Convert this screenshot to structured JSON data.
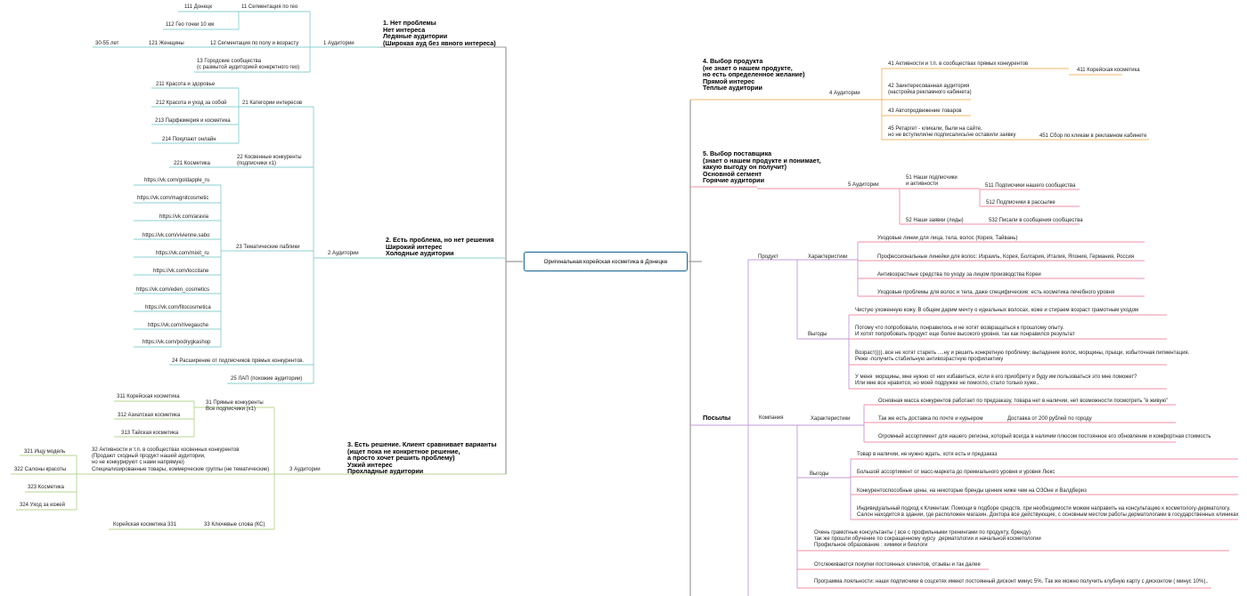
{
  "root": "Оригинальная корейская косметика в Донецке",
  "colors": {
    "teal": "#8ccfd2",
    "gray": "#9a9a9a",
    "green": "#b5d68f",
    "orange": "#f0b969",
    "pink": "#f08fa6",
    "purple": "#c09bd9",
    "root_border": "#2a6f97"
  },
  "nodes": [
    {
      "text": "1. Нет проблемы\nНет интереса\nЛедяные аудитории\n(Широкая ауд без явного интереса)",
      "big": true
    },
    {
      "text": "1 Аудитории"
    },
    {
      "text": "11 Сегментация по гео"
    },
    {
      "text": "111 Донецк"
    },
    {
      "text": "112 Гео точки 10 км"
    },
    {
      "text": "12 Сегментация по полу и возрасту"
    },
    {
      "text": "121 Женщины"
    },
    {
      "text": "30-55 лет"
    },
    {
      "text": "13 Городские сообщества\n(с размытой аудиторией конкретного гео)"
    },
    {
      "text": "2. Есть проблема, но нет решения\nШирокий интерес\nХолодные аудитории",
      "big": true
    },
    {
      "text": "2 Аудитории"
    },
    {
      "text": "21 Категории интересов"
    },
    {
      "text": "211 Красота и здоровье"
    },
    {
      "text": "212 Красота и уход за собой"
    },
    {
      "text": "213 Парфюмерия и косметика"
    },
    {
      "text": "214 Покупают онлайн"
    },
    {
      "text": "22 Косвенные конкуренты\n(подписчики х1)"
    },
    {
      "text": "221 Косметика"
    },
    {
      "text": "23 Тематические паблики"
    },
    {
      "text": "https://vk.com/goldapple_ru"
    },
    {
      "text": "https://vk.com/magnitcosmetic"
    },
    {
      "text": "https://vk.com/aravia"
    },
    {
      "text": "https://vk.com/vivienne.sabo"
    },
    {
      "text": "https://vk.com/mixit_ru"
    },
    {
      "text": "https://vk.com/loccitane"
    },
    {
      "text": "https://vk.com/eden_cosmetics"
    },
    {
      "text": "https://vk.com/fitocosmetica"
    },
    {
      "text": "https://vk.com/rivegauche"
    },
    {
      "text": "https://vk.com/podrygkashop"
    },
    {
      "text": "24 Расширение от подписчиков прямых конкурентов."
    },
    {
      "text": "25 ЛАП (похожие аудитории)"
    },
    {
      "text": "3. Есть решение. Клиент сравнивает варианты\n(ищет пока не конкретное решение,\nа просто хочет решить проблему)\nУзкий интерес\nПрохладные аудитории",
      "big": true
    },
    {
      "text": "3 Аудитории"
    },
    {
      "text": "31 Прямые конкуренты\nВсе подписчики (х1)"
    },
    {
      "text": "311 Корейская косметика"
    },
    {
      "text": "312 Азиатская косметика"
    },
    {
      "text": "313 Тайская косметика"
    },
    {
      "text": "32 Активности и т.п. в сообществах косвенных конкурентов\n(Продают сходный продукт нашей аудитории,\nно не конкурируют с нами напрямую)\nСпециализированные товары, коммерческие группы (не тематические)"
    },
    {
      "text": "321 Ищу модель"
    },
    {
      "text": "322 Салоны красоты"
    },
    {
      "text": "323 Косметика"
    },
    {
      "text": "324 Уход за кожей"
    },
    {
      "text": "33 Ключевые слова (КС)"
    },
    {
      "text": "Корейская косметика 331"
    },
    {
      "text": "4. Выбор продукта\n(не знает о нашем продукте,\nно есть определенное желание)\nПрямой интерес\nТеплые аудитории",
      "big": true
    },
    {
      "text": "4 Аудитории"
    },
    {
      "text": "41 Активности и т.п. в сообществах прямых конкурентов"
    },
    {
      "text": "411 Корейская косметика"
    },
    {
      "text": "42 Заинтересованная аудитория\n(настройка рекламного кабинета)"
    },
    {
      "text": "43 Автопродвижение товаров"
    },
    {
      "text": "45 Ретаргет - кликали, были на сайте,\nно не вступили/не подписались/не оставили заявку"
    },
    {
      "text": "451 Сбор по кликам в рекламном кабинете"
    },
    {
      "text": "5. Выбор поставщика\n(знает о нашем продукте и понимает,\nкакую выгоду он получит)\nОсновной сегмент\nГорячие аудитории",
      "big": true
    },
    {
      "text": "5 Аудитории"
    },
    {
      "text": "51 Наши подписчики\nи активности"
    },
    {
      "text": "511 Подписчики нашего сообщества"
    },
    {
      "text": "512 Подписчики в рассылке"
    },
    {
      "text": "52 Наши заявки (лиды)"
    },
    {
      "text": "532 Писали в сообщения сообщества"
    },
    {
      "text": "Посылы",
      "mid": true
    },
    {
      "text": "Продукт"
    },
    {
      "text": "Характеристики"
    },
    {
      "text": "Уходовые линии для лица, тела, волос (Корея, Тайвань)"
    },
    {
      "text": "Профессиональные линейки для волос: Израиль, Корея, Болгария, Италия, Япония, Германия, Россия"
    },
    {
      "text": "Антивозрастные средства по уходу за лицом производства Кореи"
    },
    {
      "text": "Уходовые проблемы для волос и тела, даже специфические: есть косметика лечебного уровня"
    },
    {
      "text": "Выгоды"
    },
    {
      "text": "Чистую ухоженную кожу. В общем дарим мечту о идеальных волосах, коже и стираем возраст грамотным уходом"
    },
    {
      "text": "Потому что попробовали, понравилось и не хотят возвращаться к прошлому опыту.\nИ хотят попробовать продукт еще более высокого уровня, так как понравился результат"
    },
    {
      "text": "Возраст))))..все не хотят стареть ....ну и решить конкретную проблему: выпадение волос, морщины, прыщи, избыточная пигментация.\nРеже -получить стабильную антивозрастную профилактику"
    },
    {
      "text": "У меня  морщины, мне нужно от них избавиться, если я его приобрету и буду им пользоваться это мне поможет?\nИли мне все нравится, но моей подружке не помогло, стало только хуже.."
    },
    {
      "text": "Компания"
    },
    {
      "text": "Характеристики"
    },
    {
      "text": "Основная масса конкурентов работает по предзаказу, товара нет в наличии, нет возможности посмотреть \"в живую\""
    },
    {
      "text": "Так же есть доставка по почте и курьером"
    },
    {
      "text": "Доставка от 200 рублей по городу"
    },
    {
      "text": "Огромный ассортимент для нашего региона, который всегда в наличии плюсом постоянное его обновление и комфортная стоимость"
    },
    {
      "text": "Выгоды"
    },
    {
      "text": "Товар в наличии, не нужно ждать, хотя есть и предзаказ"
    },
    {
      "text": "Большой ассортимент от масс-маркета до премиального уровня и уровня Люкс"
    },
    {
      "text": "Конкурентоспособные цены, на некоторые бренды ценник ниже чем на ОЗОне и Валдбериз"
    },
    {
      "text": "Индивидуальный подход к Клиентам: Помощи в подборе средств, при необходимости можем направить на консультацию к косметологу-дерматологу.\nСалон находится в здании, где расположен магазин. Доктора все действующие, с основным местом работы дерматологами в государственных клиниках"
    },
    {
      "text": "Очень грамотные консультанты ( все с профильными тренингами по продукту, бренду)\nтак же прошли обучение по сокращенному курсу  дерматологии и начальной косметологии\nПрофильное образование : химики и биологи"
    },
    {
      "text": "Отслеживаются покупки постоянных клиентов, отзывы и так далее"
    },
    {
      "text": "Программа лояльности: наши подписчики в соцсетях имеют постоянный дисконт минус 5%. Так же можно получить клубную карту с дисконтом ( минус 10%).."
    }
  ]
}
